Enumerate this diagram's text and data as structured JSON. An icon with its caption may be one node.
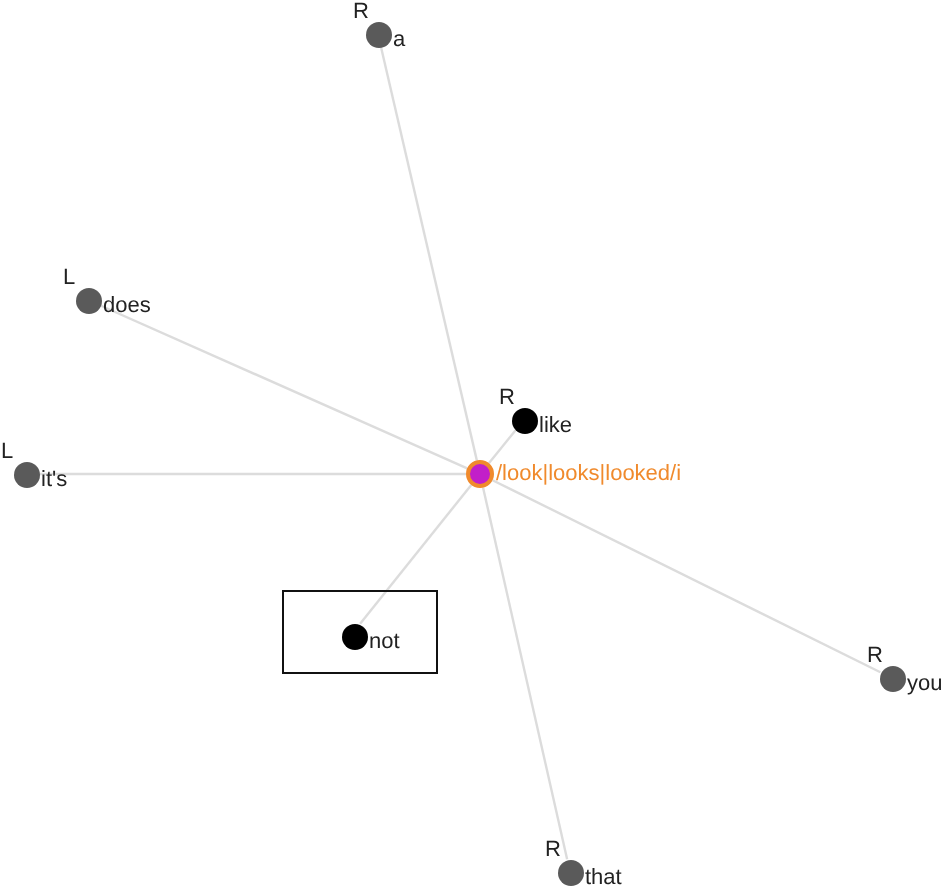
{
  "diagram": {
    "nodes": [
      {
        "text": [
          "a"
        ],
        "beside": [
          "R"
        ]
      },
      {
        "text": [
          "does"
        ],
        "beside": [
          "L"
        ]
      },
      {
        "text": [
          "like"
        ],
        "beside": [
          "R"
        ]
      },
      {
        "text": [
          "/look|looks|looked/i"
        ]
      },
      {
        "text": [
          "it's"
        ],
        "beside": [
          "L"
        ]
      },
      {
        "text": [],
        "shape": "box"
      },
      {
        "text": [
          "not"
        ],
        "in": 5
      },
      {
        "text": [
          "you"
        ],
        "beside": [
          "R"
        ]
      },
      {
        "text": [
          "that"
        ],
        "beside": [
          "R"
        ]
      }
    ],
    "edges": [
      {
        "from": 3,
        "to": 0,
        "arrow": "none"
      },
      {
        "from": 3,
        "to": 1,
        "arrow": "none"
      },
      {
        "from": 3,
        "to": 2,
        "arrow": "none"
      },
      {
        "from": 3,
        "to": 4,
        "arrow": "none"
      },
      {
        "from": 3,
        "to": 6,
        "arrow": "none"
      },
      {
        "from": 3,
        "to": 7,
        "arrow": "none"
      },
      {
        "from": 3,
        "to": 8,
        "arrow": "none"
      }
    ]
  }
}
